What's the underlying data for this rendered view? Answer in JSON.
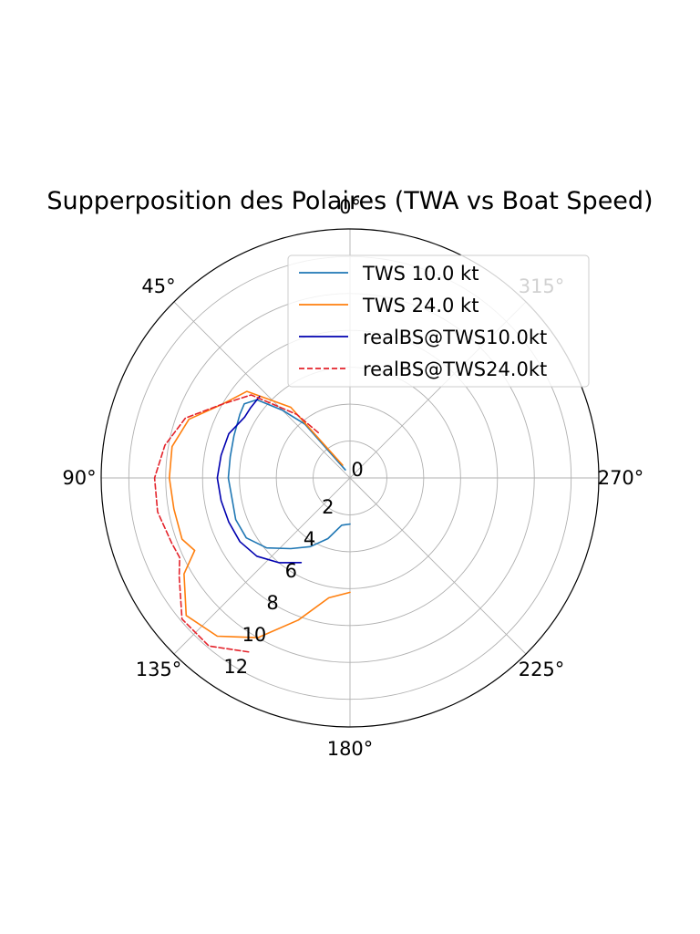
{
  "chart_data": {
    "type": "line",
    "subtype": "polar",
    "title": "Supperposition des Polaires (TWA vs Boat Speed)",
    "theta_direction": "counterclockwise",
    "theta_zero": "top",
    "theta_ticks": [
      {
        "angle": 0,
        "label": "0°"
      },
      {
        "angle": 45,
        "label": "45°"
      },
      {
        "angle": 90,
        "label": "90°"
      },
      {
        "angle": 135,
        "label": "135°"
      },
      {
        "angle": 180,
        "label": "180°"
      },
      {
        "angle": 225,
        "label": "225°"
      },
      {
        "angle": 270,
        "label": "270°"
      },
      {
        "angle": 315,
        "label": "315°"
      }
    ],
    "radial_ticks": [
      {
        "value": 0,
        "label": "0"
      },
      {
        "value": 2,
        "label": "2"
      },
      {
        "value": 4,
        "label": "4"
      },
      {
        "value": 6,
        "label": "6"
      },
      {
        "value": 8,
        "label": "8"
      },
      {
        "value": 10,
        "label": "10"
      },
      {
        "value": 12,
        "label": "12"
      }
    ],
    "radial_tick_angle": 150,
    "rlim": [
      0,
      13.5
    ],
    "grid": true,
    "legend_position": "top-right",
    "series": [
      {
        "name": "TWS 10.0 kt",
        "color": "#1f77b4",
        "style": "solid",
        "points": [
          [
            30,
            0.5
          ],
          [
            40,
            3.8
          ],
          [
            45,
            5.2
          ],
          [
            50,
            6.6
          ],
          [
            55,
            7.0
          ],
          [
            60,
            6.9
          ],
          [
            70,
            6.7
          ],
          [
            80,
            6.6
          ],
          [
            90,
            6.6
          ],
          [
            100,
            6.5
          ],
          [
            110,
            6.6
          ],
          [
            120,
            6.5
          ],
          [
            130,
            5.9
          ],
          [
            140,
            5.0
          ],
          [
            150,
            4.3
          ],
          [
            160,
            3.5
          ],
          [
            170,
            2.6
          ],
          [
            180,
            2.5
          ]
        ]
      },
      {
        "name": "TWS 24.0 kt",
        "color": "#ff7f0e",
        "style": "solid",
        "points": [
          [
            30,
            0.8
          ],
          [
            40,
            5.0
          ],
          [
            50,
            7.3
          ],
          [
            60,
            8.0
          ],
          [
            70,
            9.3
          ],
          [
            80,
            9.8
          ],
          [
            90,
            9.8
          ],
          [
            100,
            9.7
          ],
          [
            110,
            9.7
          ],
          [
            115,
            9.3
          ],
          [
            120,
            10.4
          ],
          [
            130,
            11.6
          ],
          [
            140,
            11.2
          ],
          [
            150,
            10.0
          ],
          [
            160,
            8.2
          ],
          [
            170,
            6.6
          ],
          [
            180,
            6.2
          ]
        ]
      },
      {
        "name": "realBS@TWS10.0kt",
        "color": "#0000b0",
        "style": "solid",
        "points": [
          [
            48,
            6.6
          ],
          [
            55,
            6.6
          ],
          [
            60,
            6.6
          ],
          [
            70,
            7.0
          ],
          [
            80,
            7.1
          ],
          [
            90,
            7.2
          ],
          [
            100,
            7.1
          ],
          [
            110,
            7.0
          ],
          [
            120,
            6.9
          ],
          [
            130,
            6.6
          ],
          [
            140,
            6.0
          ],
          [
            150,
            5.3
          ]
        ]
      },
      {
        "name": "realBS@TWS24.0kt",
        "color": "#e4232b",
        "style": "dashed",
        "points": [
          [
            35,
            3.0
          ],
          [
            40,
            4.5
          ],
          [
            50,
            7.0
          ],
          [
            60,
            8.0
          ],
          [
            70,
            9.5
          ],
          [
            80,
            10.2
          ],
          [
            90,
            10.6
          ],
          [
            100,
            10.6
          ],
          [
            110,
            10.3
          ],
          [
            115,
            10.2
          ],
          [
            120,
            10.7
          ],
          [
            130,
            11.9
          ],
          [
            140,
            11.9
          ],
          [
            150,
            10.9
          ]
        ]
      }
    ]
  }
}
